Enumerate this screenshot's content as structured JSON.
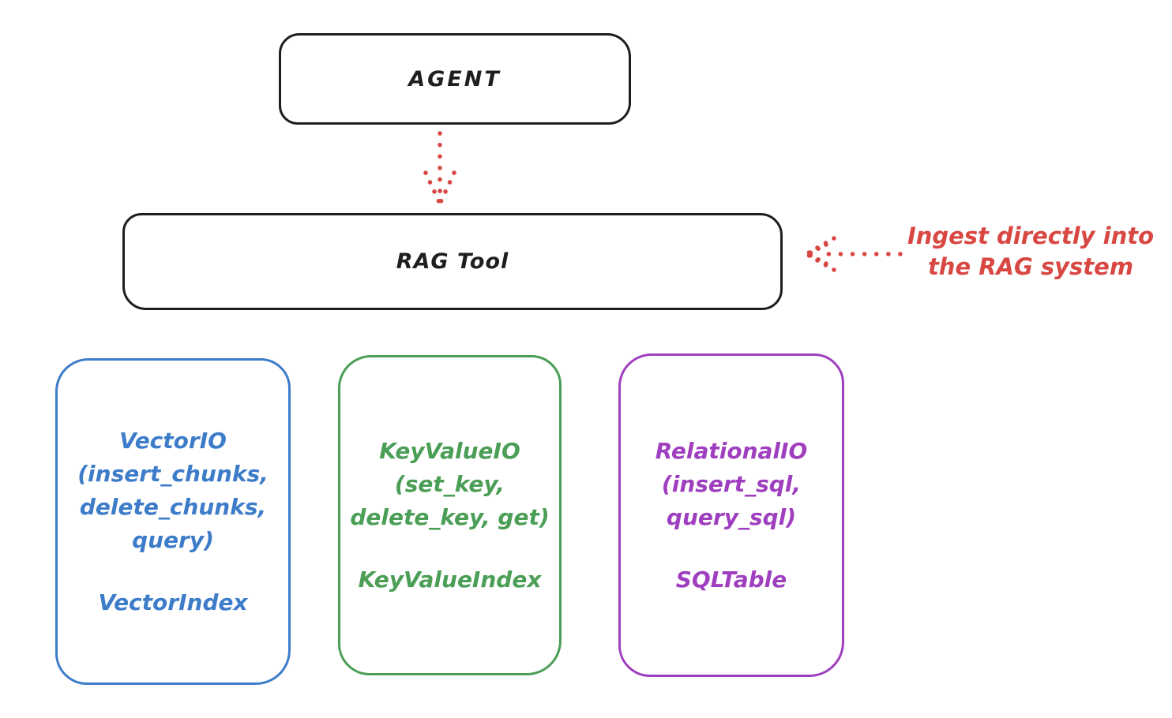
{
  "diagram": {
    "agent_box": {
      "label": "AGENT"
    },
    "rag_tool_box": {
      "label": "RAG Tool"
    },
    "annotation": {
      "line1": "Ingest directly into",
      "line2": "the RAG system"
    },
    "io_boxes": [
      {
        "name": "vector-io",
        "color": "#3d7cc9",
        "lines": [
          "VectorIO",
          "(insert_chunks,",
          "delete_chunks,",
          "query)"
        ],
        "index_label": "VectorIndex"
      },
      {
        "name": "keyvalue-io",
        "color": "#4a9e55",
        "lines": [
          "KeyValueIO",
          "(set_key,",
          "delete_key, get)"
        ],
        "index_label": "KeyValueIndex"
      },
      {
        "name": "relational-io",
        "color": "#9f3fbf",
        "lines": [
          "RelationalIO",
          "(insert_sql,",
          "query_sql)"
        ],
        "index_label": "SQLTable"
      }
    ],
    "colors": {
      "stroke_black": "#1e1e1e",
      "accent_red": "#d84742",
      "accent_blue": "#3d7cc9",
      "accent_green": "#4a9e55",
      "accent_purple": "#9f3fbf",
      "background": "#ffffff"
    }
  }
}
